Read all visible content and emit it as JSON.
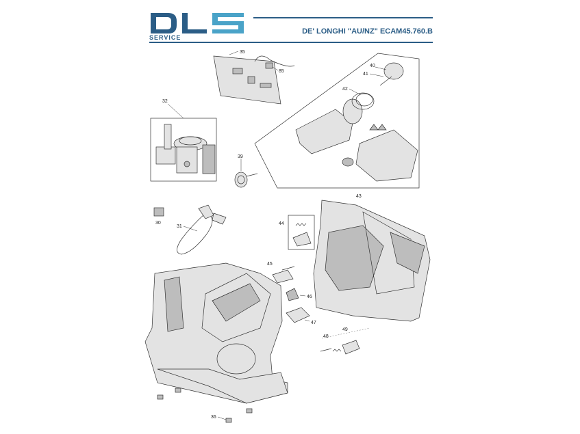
{
  "header": {
    "logo_text": "DLS",
    "logo_subtext": "SERVICE",
    "model_title": "DE' LONGHI \"AU/NZ\" ECAM45.760.B",
    "brand_color": "#2b5d86",
    "logo_accent": "#4aa3c8"
  },
  "callouts": {
    "c30": "30",
    "c31": "31",
    "c32": "32",
    "c35": "35",
    "c36": "36",
    "c39": "39",
    "c40": "40",
    "c41": "41",
    "c42": "42",
    "c43": "43",
    "c44": "44",
    "c45": "45",
    "c46": "46",
    "c47": "47",
    "c48": "48",
    "c49": "49",
    "c85": "85"
  }
}
